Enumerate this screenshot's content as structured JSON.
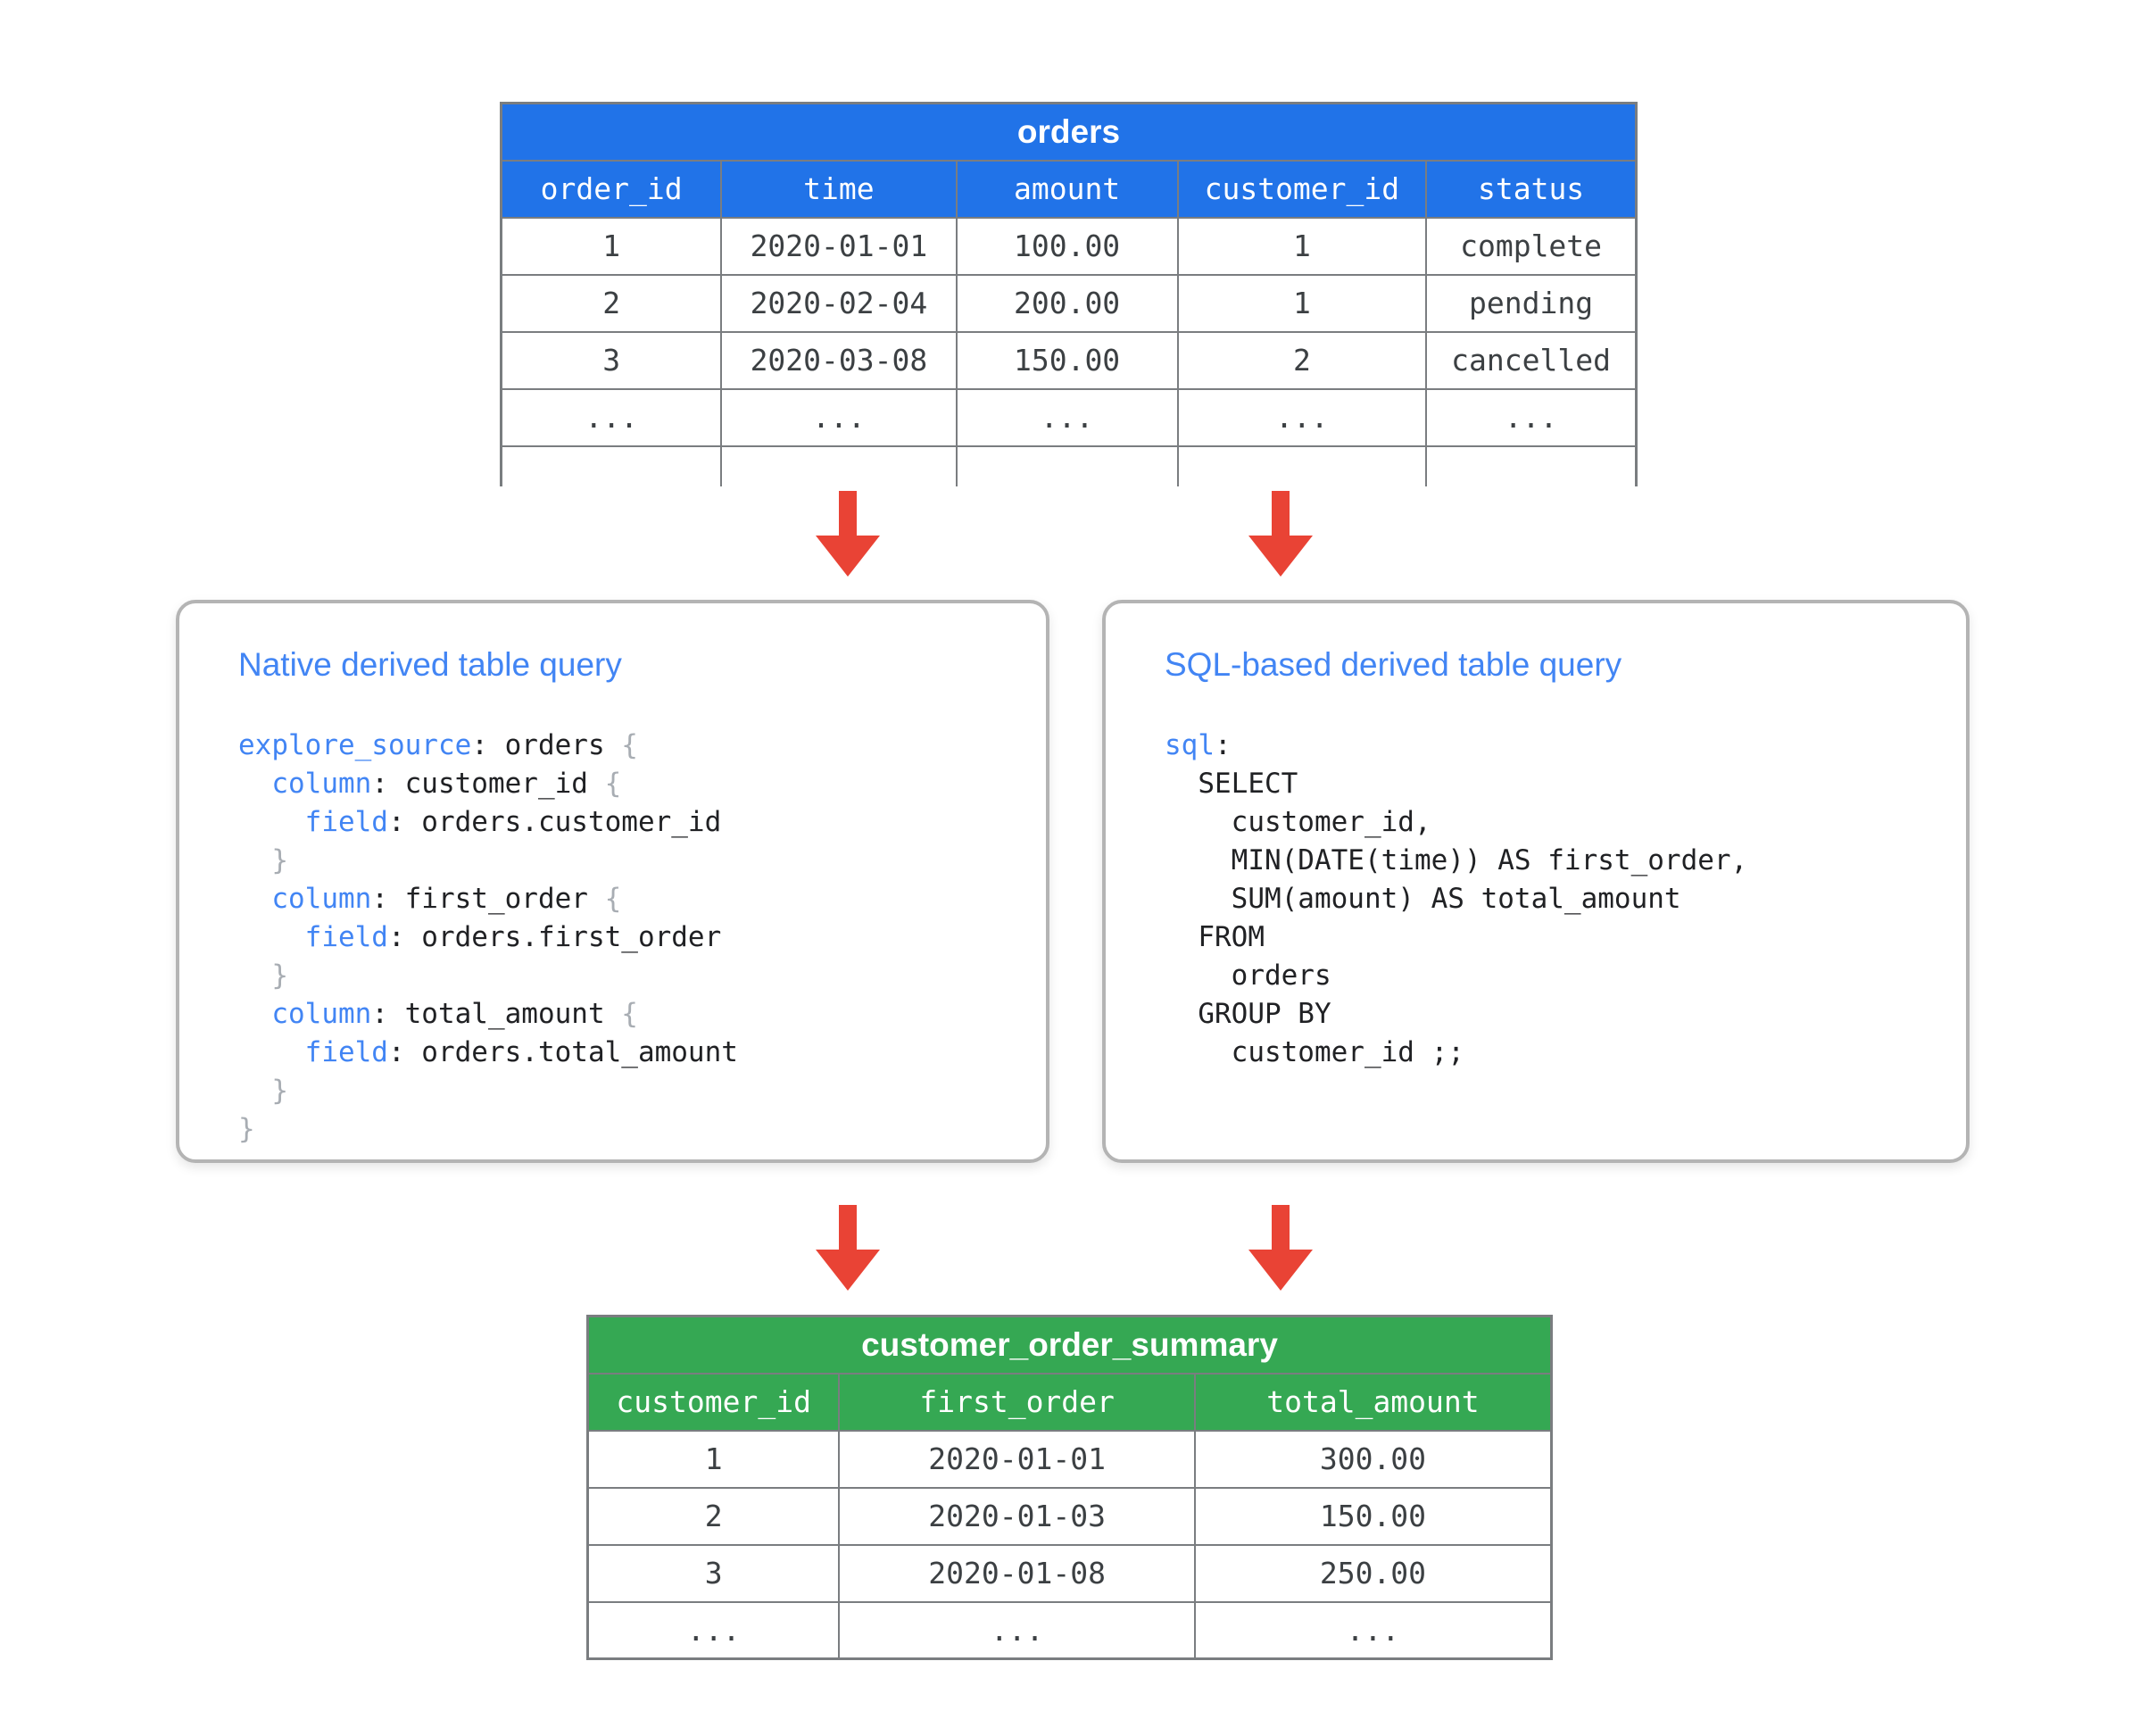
{
  "colors": {
    "blue_header": "#2173e8",
    "green_header": "#35a853",
    "title_blue": "#4285f4",
    "keyword_blue": "#4285f4",
    "arrow_red": "#e94335",
    "border_gray": "#7a7d80",
    "box_border": "#b4b4b4",
    "code_text": "#202124",
    "brace_gray": "#a8adb3",
    "cell_text": "#3c4043"
  },
  "orders_table": {
    "title": "orders",
    "columns": [
      "order_id",
      "time",
      "amount",
      "customer_id",
      "status"
    ],
    "rows": [
      [
        "1",
        "2020-01-01",
        "100.00",
        "1",
        "complete"
      ],
      [
        "2",
        "2020-02-04",
        "200.00",
        "1",
        "pending"
      ],
      [
        "3",
        "2020-03-08",
        "150.00",
        "2",
        "cancelled"
      ],
      [
        "...",
        "...",
        "...",
        "...",
        "..."
      ],
      [
        "",
        "",
        "",
        "",
        ""
      ]
    ]
  },
  "native_box": {
    "title": "Native derived table query",
    "code": [
      [
        {
          "t": "explore_source",
          "c": "kw"
        },
        {
          "t": ": orders ",
          "c": "pl"
        },
        {
          "t": "{",
          "c": "br"
        }
      ],
      [
        {
          "t": "  ",
          "c": "pl"
        },
        {
          "t": "column",
          "c": "kw"
        },
        {
          "t": ": customer_id ",
          "c": "pl"
        },
        {
          "t": "{",
          "c": "br"
        }
      ],
      [
        {
          "t": "    ",
          "c": "pl"
        },
        {
          "t": "field",
          "c": "kw"
        },
        {
          "t": ": orders.customer_id",
          "c": "pl"
        }
      ],
      [
        {
          "t": "  }",
          "c": "br"
        }
      ],
      [
        {
          "t": "  ",
          "c": "pl"
        },
        {
          "t": "column",
          "c": "kw"
        },
        {
          "t": ": first_order ",
          "c": "pl"
        },
        {
          "t": "{",
          "c": "br"
        }
      ],
      [
        {
          "t": "    ",
          "c": "pl"
        },
        {
          "t": "field",
          "c": "kw"
        },
        {
          "t": ": orders.first_order",
          "c": "pl"
        }
      ],
      [
        {
          "t": "  }",
          "c": "br"
        }
      ],
      [
        {
          "t": "  ",
          "c": "pl"
        },
        {
          "t": "column",
          "c": "kw"
        },
        {
          "t": ": total_amount ",
          "c": "pl"
        },
        {
          "t": "{",
          "c": "br"
        }
      ],
      [
        {
          "t": "    ",
          "c": "pl"
        },
        {
          "t": "field",
          "c": "kw"
        },
        {
          "t": ": orders.total_amount",
          "c": "pl"
        }
      ],
      [
        {
          "t": "  }",
          "c": "br"
        }
      ],
      [
        {
          "t": "}",
          "c": "br"
        }
      ]
    ]
  },
  "sql_box": {
    "title": "SQL-based derived table query",
    "code": [
      [
        {
          "t": "sql",
          "c": "kw"
        },
        {
          "t": ":",
          "c": "pl"
        }
      ],
      [
        {
          "t": "  SELECT",
          "c": "pl"
        }
      ],
      [
        {
          "t": "    customer_id,",
          "c": "pl"
        }
      ],
      [
        {
          "t": "    MIN(DATE(time)) AS first_order,",
          "c": "pl"
        }
      ],
      [
        {
          "t": "    SUM(amount) AS total_amount",
          "c": "pl"
        }
      ],
      [
        {
          "t": "  FROM",
          "c": "pl"
        }
      ],
      [
        {
          "t": "    orders",
          "c": "pl"
        }
      ],
      [
        {
          "t": "  GROUP BY",
          "c": "pl"
        }
      ],
      [
        {
          "t": "    customer_id ;;",
          "c": "pl"
        }
      ]
    ]
  },
  "summary_table": {
    "title": "customer_order_summary",
    "columns": [
      "customer_id",
      "first_order",
      "total_amount"
    ],
    "rows": [
      [
        "1",
        "2020-01-01",
        "300.00"
      ],
      [
        "2",
        "2020-01-03",
        "150.00"
      ],
      [
        "3",
        "2020-01-08",
        "250.00"
      ],
      [
        "...",
        "...",
        "..."
      ]
    ]
  }
}
